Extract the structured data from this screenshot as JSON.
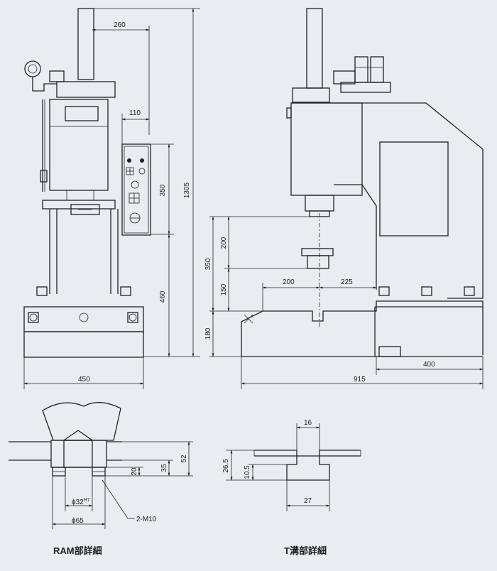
{
  "front_view": {
    "dims": {
      "d260": "260",
      "d110": "110",
      "d350": "350",
      "d1305": "1305",
      "d460": "460",
      "d450": "450"
    }
  },
  "side_view": {
    "dims": {
      "d200a": "200",
      "d350": "350",
      "d150": "150",
      "d180": "180",
      "d200b": "200",
      "d225": "225",
      "d400": "400",
      "d915": "915"
    }
  },
  "ram_detail": {
    "caption": "RAM部詳細",
    "dims": {
      "d52": "52",
      "d35": "35",
      "d20": "20",
      "phi32": "ϕ32",
      "fit": "H7",
      "phi65": "ϕ65",
      "m10": "2-M10"
    }
  },
  "tslot_detail": {
    "caption": "T溝部詳細",
    "dims": {
      "d16": "16",
      "d26_5": "26.5",
      "d10_5": "10.5",
      "d27": "27"
    }
  }
}
